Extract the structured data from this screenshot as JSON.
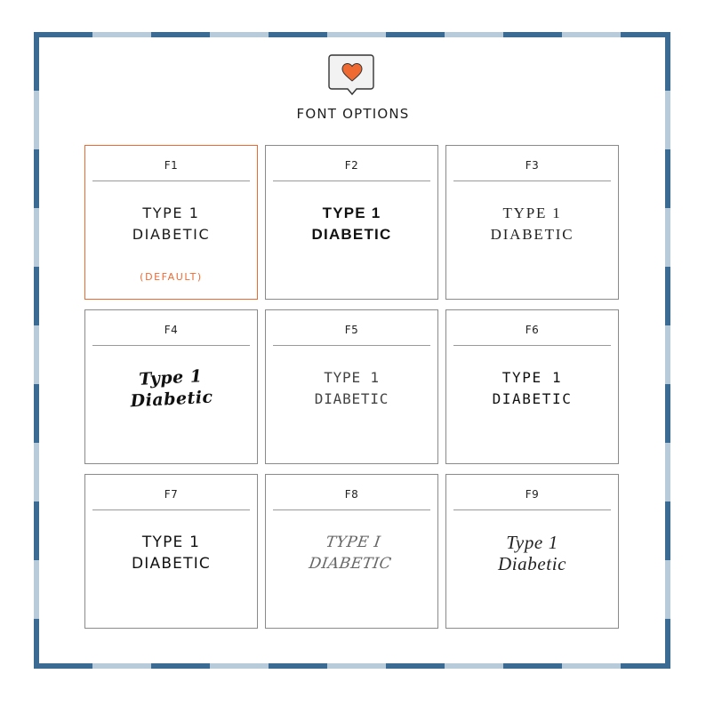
{
  "header": {
    "icon": "heart-speech-bubble-icon",
    "title": "FONT OPTIONS",
    "accent_color": "#ef6a32"
  },
  "frame": {
    "dark_color": "#3b6a93",
    "light_color": "#b8cbdb"
  },
  "options": [
    {
      "label": "F1",
      "line1": "TYPE 1",
      "line2": "DIABETIC",
      "note": "(DEFAULT)",
      "selected": true
    },
    {
      "label": "F2",
      "line1": "TYPE 1",
      "line2": "DIABETIC"
    },
    {
      "label": "F3",
      "line1": "TYPE 1",
      "line2": "DIABETIC"
    },
    {
      "label": "F4",
      "line1": "Type 1",
      "line2": "Diabetic"
    },
    {
      "label": "F5",
      "line1": "TYPE 1",
      "line2": "DIABETIC"
    },
    {
      "label": "F6",
      "line1": "TYPE 1",
      "line2": "DIABETIC"
    },
    {
      "label": "F7",
      "line1": "TYPE 1",
      "line2": "DIABETIC"
    },
    {
      "label": "F8",
      "line1": "TYPE I",
      "line2": "DIABETIC"
    },
    {
      "label": "F9",
      "line1": "Type 1",
      "line2": "Diabetic"
    }
  ]
}
